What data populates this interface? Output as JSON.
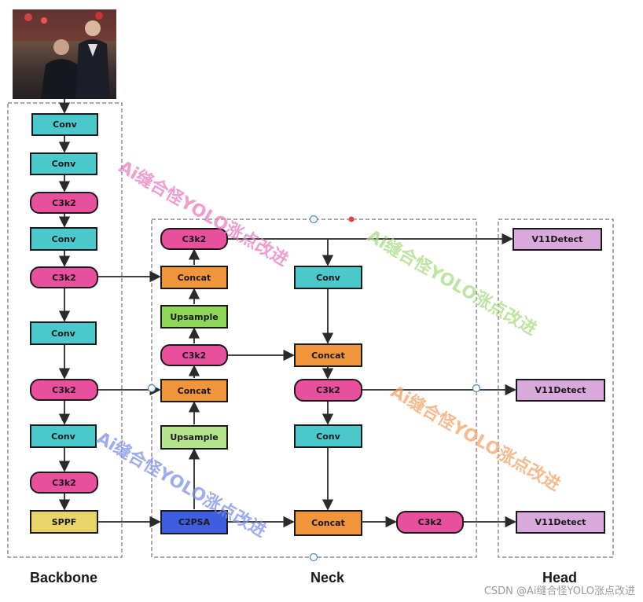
{
  "colors": {
    "conv": "#4ac8cc",
    "c3k2": "#e8509e",
    "concat": "#f0953c",
    "upsample": "#8ed65a",
    "upsample_light": "#b5e48c",
    "sppf": "#e8d56a",
    "c2psa": "#3f5de0",
    "detect": "#d9a9dc",
    "wm_pink": "#ea7cc0",
    "wm_green": "#a7dd82",
    "wm_orange": "#f2a468",
    "wm_blue": "#7d90ea"
  },
  "sections": {
    "backbone": "Backbone",
    "neck": "Neck",
    "head": "Head"
  },
  "nodes": {
    "b_conv1": "Conv",
    "b_conv2": "Conv",
    "b_c3k2_1": "C3k2",
    "b_conv3": "Conv",
    "b_c3k2_2": "C3k2",
    "b_conv4": "Conv",
    "b_c3k2_3": "C3k2",
    "b_conv5": "Conv",
    "b_c3k2_4": "C3k2",
    "b_sppf": "SPPF",
    "n_c3k2_top": "C3k2",
    "n_concat1": "Concat",
    "n_upsample1": "Upsample",
    "n_c3k2_mid": "C3k2",
    "n_concat2": "Concat",
    "n_upsample2": "Upsample",
    "n_c2psa": "C2PSA",
    "n_conv_r1": "Conv",
    "n_concat_r1": "Concat",
    "n_c3k2_r1": "C3k2",
    "n_conv_r2": "Conv",
    "n_concat_r2": "Concat",
    "n_c3k2_r2": "C3k2",
    "h_detect1": "V11Detect",
    "h_detect2": "V11Detect",
    "h_detect3": "V11Detect"
  },
  "watermark": "Ai缝合怪YOLO涨点改进",
  "footer": "CSDN @Ai缝合怪YOLO涨点改进",
  "photo": "input-image"
}
